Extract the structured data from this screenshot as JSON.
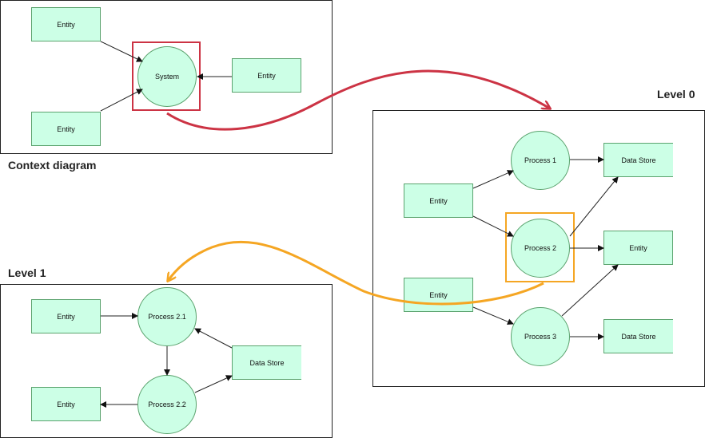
{
  "context": {
    "heading": "Context diagram",
    "system": "System",
    "entity_top_left": "Entity",
    "entity_bottom_left": "Entity",
    "entity_right": "Entity"
  },
  "level0": {
    "heading": "Level 0",
    "entity_upper": "Entity",
    "entity_lower": "Entity",
    "process1": "Process 1",
    "process2": "Process 2",
    "process3": "Process 3",
    "store_top": "Data Store",
    "entity_mid": "Entity",
    "store_bottom": "Data Store"
  },
  "level1": {
    "heading": "Level 1",
    "entity_top": "Entity",
    "entity_bottom": "Entity",
    "process21": "Process 2.1",
    "process22": "Process 2.2",
    "store": "Data Store"
  },
  "colors": {
    "fill": "#ccffe6",
    "stroke": "#5ba36e",
    "context_highlight": "#cc3344",
    "level0_highlight": "#f5a623"
  }
}
